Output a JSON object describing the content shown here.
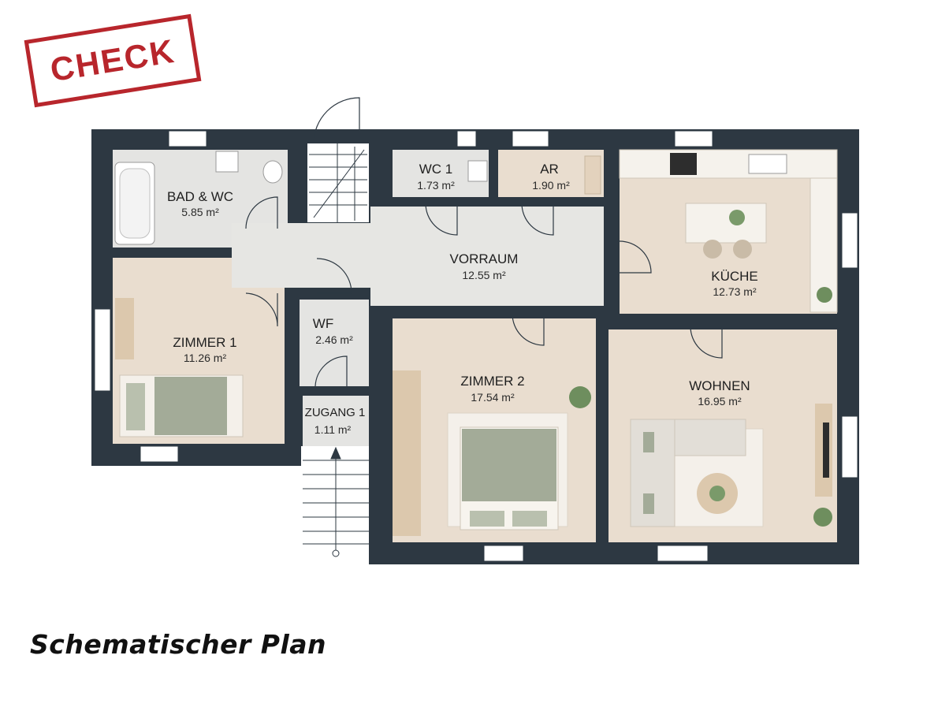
{
  "stamp": {
    "text": "CHECK"
  },
  "caption": "Schematischer Plan",
  "colors": {
    "wall": "#2d3842",
    "floor": "#e9ddcf",
    "tile": "#e4e4e2",
    "bed": "#a3ab98",
    "stamp": "#b8262c"
  },
  "rooms": {
    "bad_wc": {
      "name": "BAD & WC",
      "area": "5.85 m²"
    },
    "wc1": {
      "name": "WC 1",
      "area": "1.73 m²"
    },
    "ar": {
      "name": "AR",
      "area": "1.90 m²"
    },
    "vorraum": {
      "name": "VORRAUM",
      "area": "12.55 m²"
    },
    "kueche": {
      "name": "KÜCHE",
      "area": "12.73 m²"
    },
    "zimmer1": {
      "name": "ZIMMER 1",
      "area": "11.26 m²"
    },
    "wf": {
      "name": "WF",
      "area": "2.46 m²"
    },
    "zimmer2": {
      "name": "ZIMMER 2",
      "area": "17.54 m²"
    },
    "wohnen": {
      "name": "WOHNEN",
      "area": "16.95 m²"
    },
    "zugang1": {
      "name": "ZUGANG 1",
      "area": "1.11 m²"
    }
  }
}
